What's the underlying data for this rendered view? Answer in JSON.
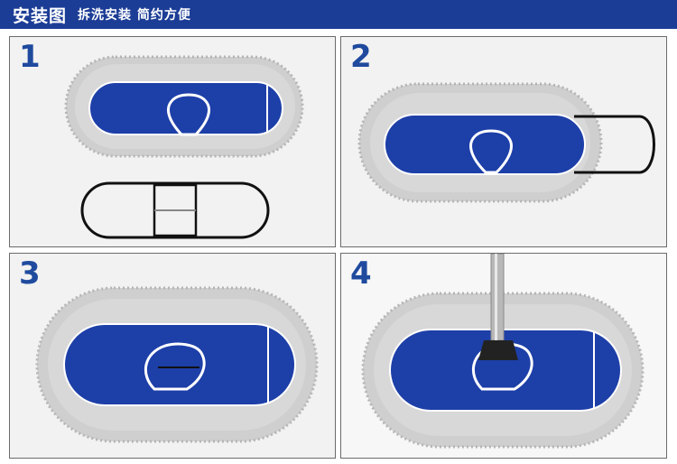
{
  "header": {
    "title": "安装图",
    "subtitle": "拆洗安装  简约方便"
  },
  "panels": [
    {
      "number": "1"
    },
    {
      "number": "2"
    },
    {
      "number": "3"
    },
    {
      "number": "4"
    }
  ],
  "colors": {
    "header_bg": "#1c3d96",
    "step_number": "#1f4a9e",
    "mop_blue": "#1d3fa8",
    "fringe": "#c9c9c9",
    "frame": "#111111"
  }
}
